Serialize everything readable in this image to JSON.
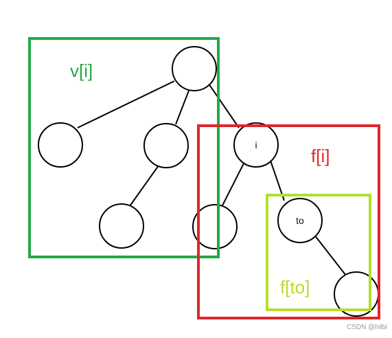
{
  "diagram": {
    "colors": {
      "edge": "#000000",
      "node_stroke": "#000000",
      "node_fill": "#ffffff",
      "v_box": "#22a845",
      "f_box": "#e0252c",
      "fto_box": "#b5dd2e"
    },
    "nodes": {
      "root": "",
      "left_child": "",
      "mid_child": "",
      "i_node": "i",
      "mid_grandchild": "",
      "i_left_child": "",
      "to_node": "to",
      "to_child": ""
    },
    "regions": {
      "v_label": "v[i]",
      "f_label": "f[i]",
      "fto_label": "f[to]"
    },
    "watermark": "CSDN @hilbi"
  }
}
